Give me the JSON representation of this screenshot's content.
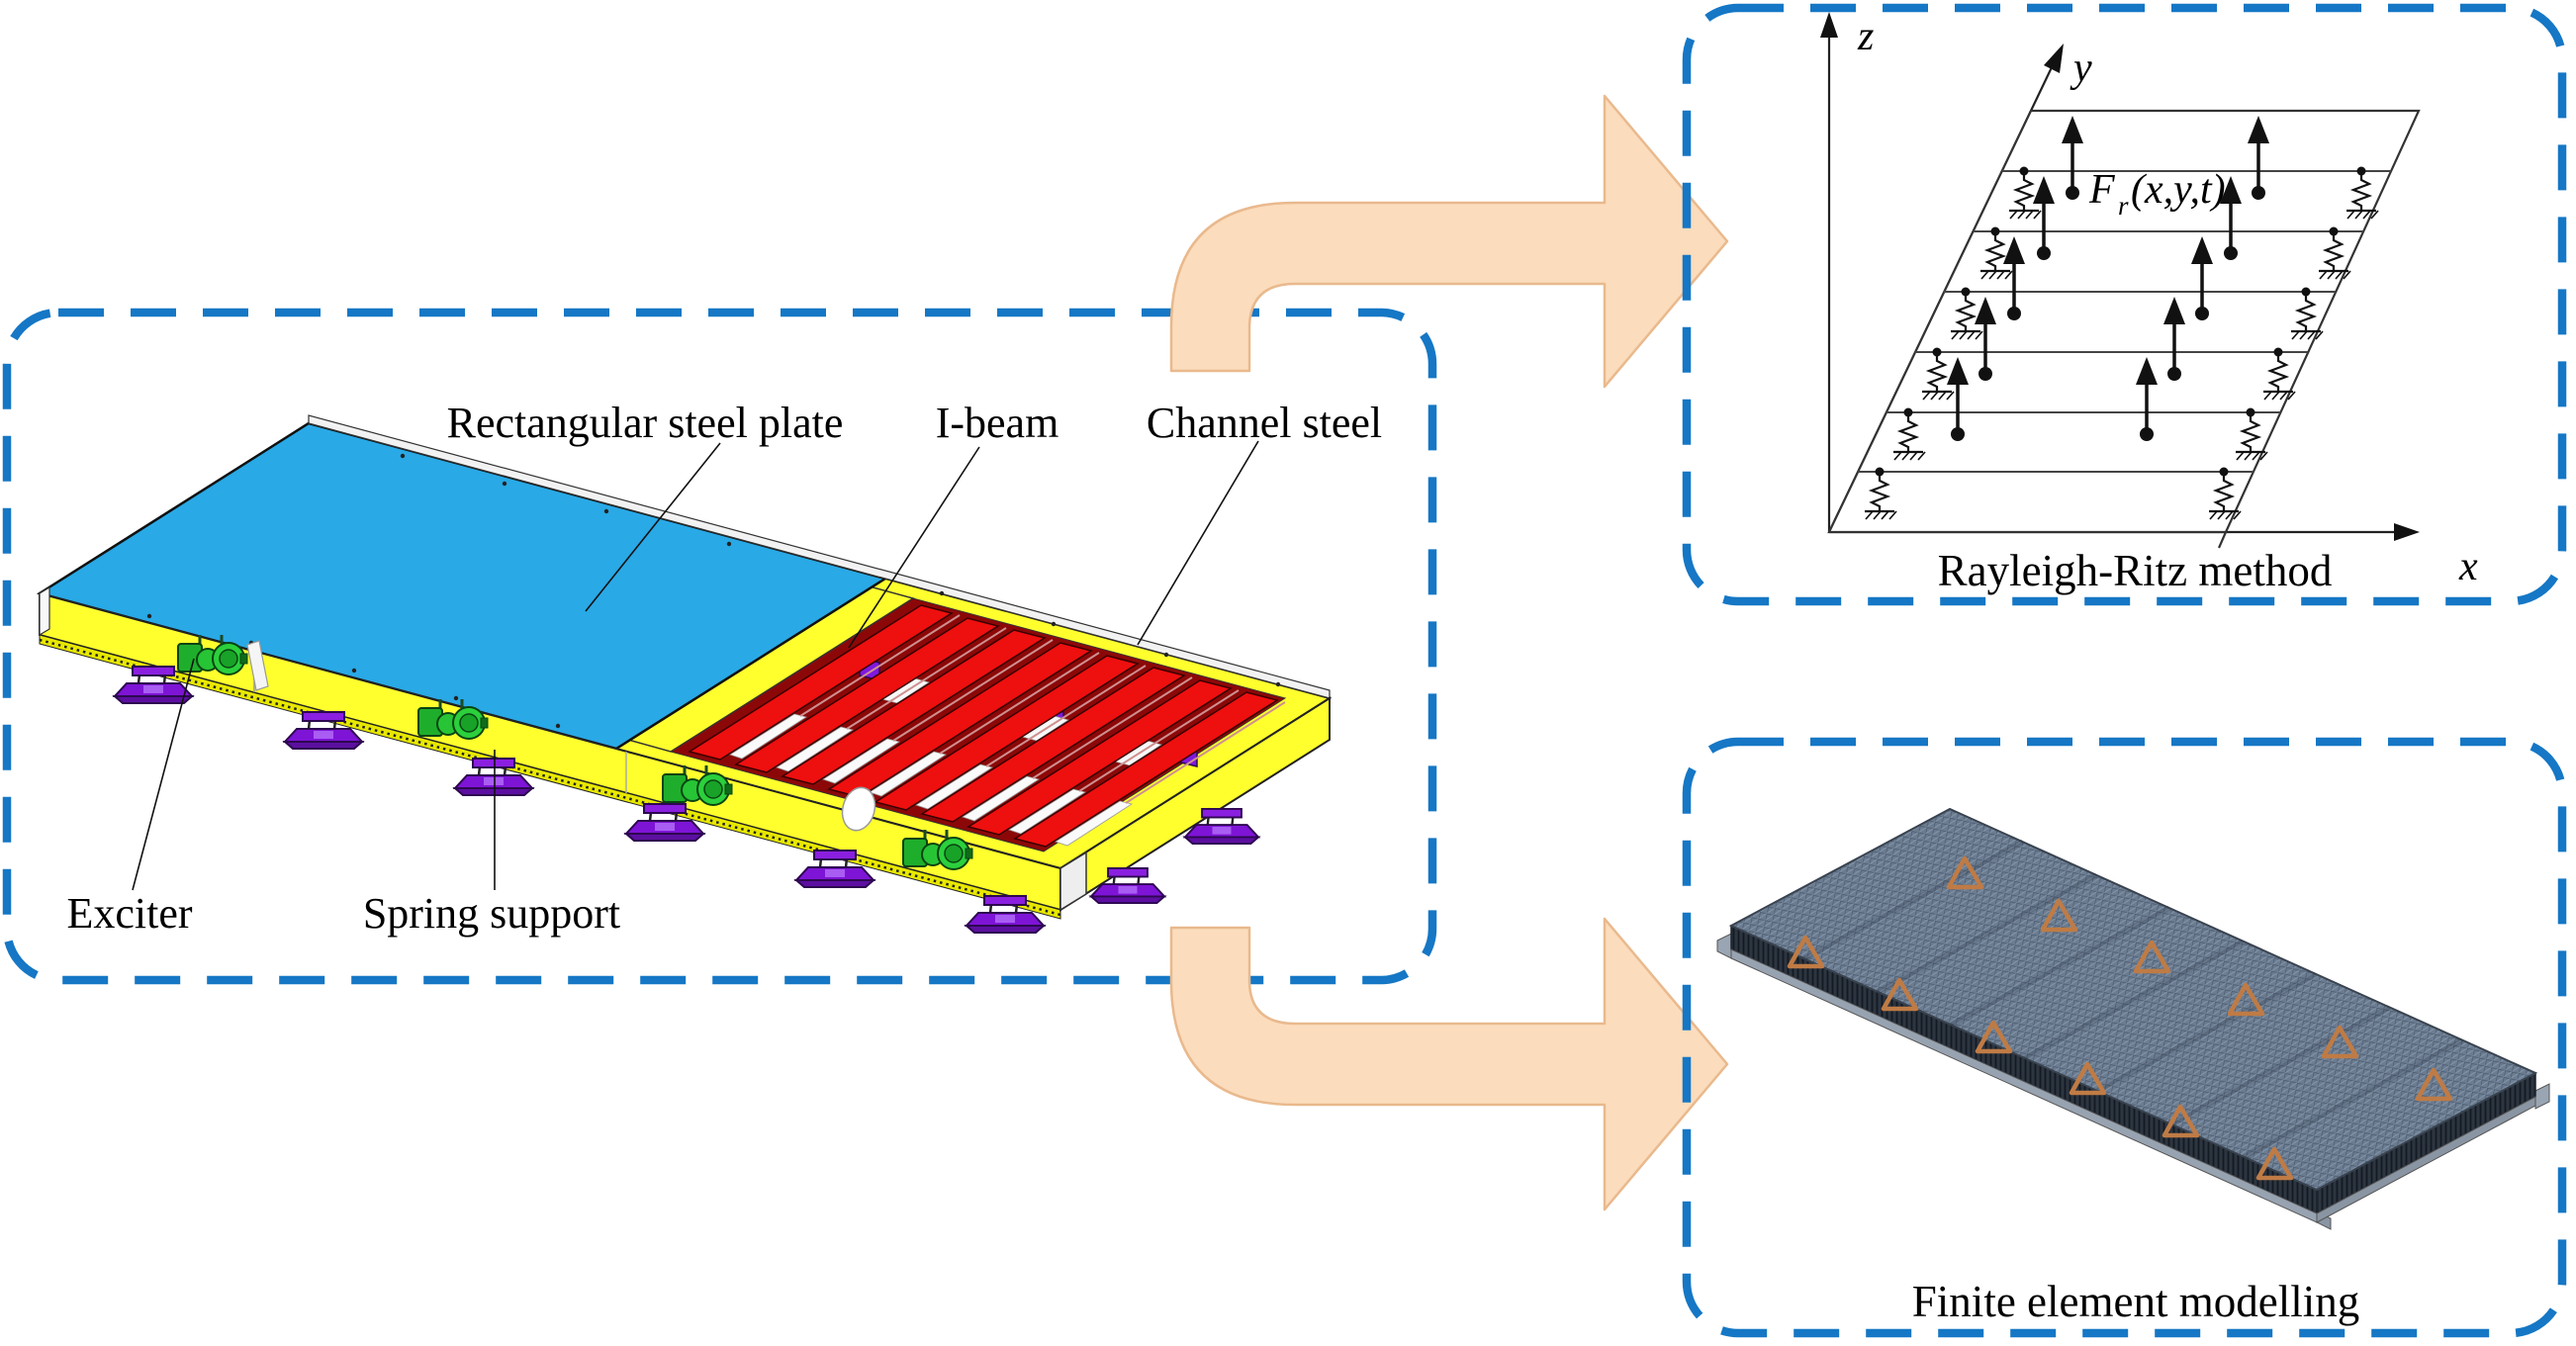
{
  "colors": {
    "border_blue": "#1577C5",
    "arrow_fill": "#FBDCBC",
    "arrow_edge": "#E9B98D",
    "plate_blue": "#29A9E6",
    "frame_yellow": "#FFFF2E",
    "beam_red": "#EE0F0F",
    "beam_dark_red": "#8C0808",
    "exciter_green": "#2BD03C",
    "spring_purple": "#7E14D6",
    "mesh_gray": "#6B7C91",
    "triangle_orange": "#BF7B45"
  },
  "model_panel": {
    "labels": {
      "plate": "Rectangular steel plate",
      "ibeam": "I-beam",
      "channel": "Channel steel",
      "exciter": "Exciter",
      "spring_support": "Spring support"
    }
  },
  "rayleigh_panel": {
    "caption": "Rayleigh-Ritz method",
    "axis_z": "z",
    "axis_y": "y",
    "axis_x": "x",
    "force_symbol": "F",
    "force_subscript": "r",
    "force_arguments": "(x,y,t)"
  },
  "fem_panel": {
    "caption": "Finite element modelling"
  }
}
